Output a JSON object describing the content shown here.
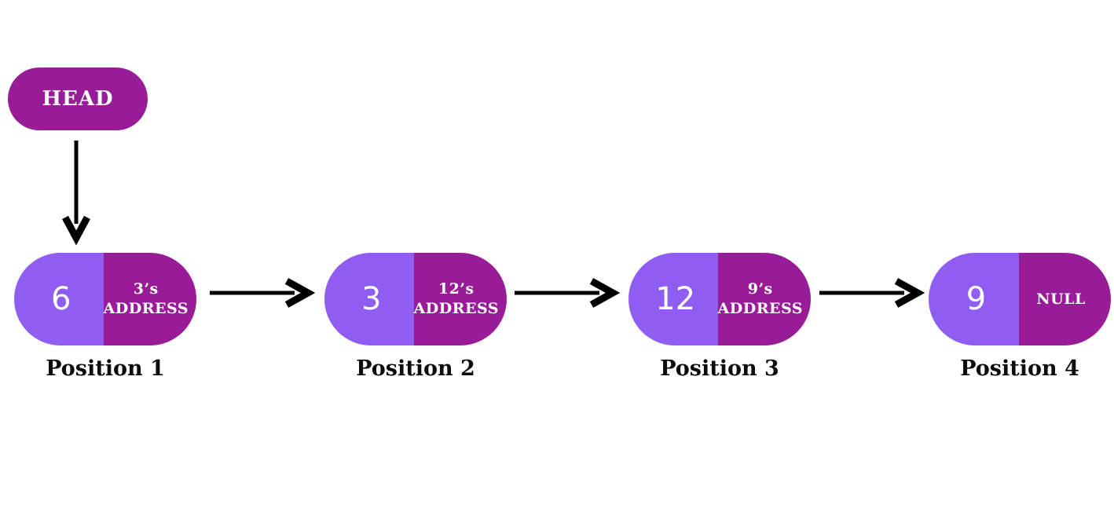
{
  "diagram": {
    "head_label": "HEAD",
    "nodes": [
      {
        "value": "6",
        "pointer_lines": [
          "3’s",
          "ADDRESS"
        ],
        "position_label": "Position 1"
      },
      {
        "value": "3",
        "pointer_lines": [
          "12’s",
          "ADDRESS"
        ],
        "position_label": "Position 2"
      },
      {
        "value": "12",
        "pointer_lines": [
          "9’s",
          "ADDRESS"
        ],
        "position_label": "Position 3"
      },
      {
        "value": "9",
        "pointer_lines": [
          "NULL"
        ],
        "position_label": "Position 4"
      }
    ],
    "colors": {
      "background": "#ffffff",
      "node_value_bg": "#905DF2",
      "node_pointer_bg": "#981C97",
      "node_text": "#ffffff",
      "label_text": "#0d0d0d",
      "arrow": "#000000"
    }
  }
}
